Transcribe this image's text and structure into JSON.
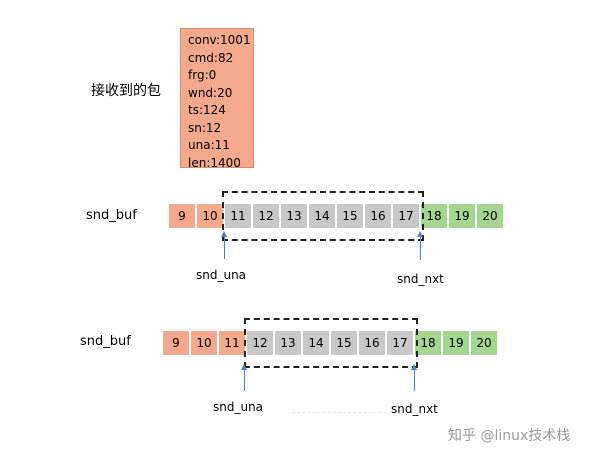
{
  "received_packet": {
    "caption": "接收到的包",
    "fields": [
      "conv:1001",
      "cmd:82",
      "frg:0",
      "wnd:20",
      "ts:124",
      "sn:12",
      "una:11",
      "len:1400"
    ]
  },
  "buffers": [
    {
      "label": "snd_buf",
      "cells": [
        {
          "value": "9",
          "state": "sent_acked"
        },
        {
          "value": "10",
          "state": "sent_acked"
        },
        {
          "value": "11",
          "state": "in_flight"
        },
        {
          "value": "12",
          "state": "in_flight"
        },
        {
          "value": "13",
          "state": "in_flight"
        },
        {
          "value": "14",
          "state": "in_flight"
        },
        {
          "value": "15",
          "state": "in_flight"
        },
        {
          "value": "16",
          "state": "in_flight"
        },
        {
          "value": "17",
          "state": "in_flight"
        },
        {
          "value": "18",
          "state": "pending"
        },
        {
          "value": "19",
          "state": "pending"
        },
        {
          "value": "20",
          "state": "pending"
        }
      ],
      "snd_una_label": "snd_una",
      "snd_nxt_label": "snd_nxt"
    },
    {
      "label": "snd_buf",
      "cells": [
        {
          "value": "9",
          "state": "sent_acked"
        },
        {
          "value": "10",
          "state": "sent_acked"
        },
        {
          "value": "11",
          "state": "sent_acked"
        },
        {
          "value": "12",
          "state": "in_flight"
        },
        {
          "value": "13",
          "state": "in_flight"
        },
        {
          "value": "14",
          "state": "in_flight"
        },
        {
          "value": "15",
          "state": "in_flight"
        },
        {
          "value": "16",
          "state": "in_flight"
        },
        {
          "value": "17",
          "state": "in_flight"
        },
        {
          "value": "18",
          "state": "pending"
        },
        {
          "value": "19",
          "state": "pending"
        },
        {
          "value": "20",
          "state": "pending"
        }
      ],
      "snd_una_label": "snd_una",
      "snd_nxt_label": "snd_nxt"
    }
  ],
  "colors": {
    "sent_acked": "#f4a98c",
    "in_flight": "#c8c8c8",
    "pending": "#a4d690",
    "pointer": "#4f81bd"
  },
  "watermark": "知乎 @linux技术栈"
}
